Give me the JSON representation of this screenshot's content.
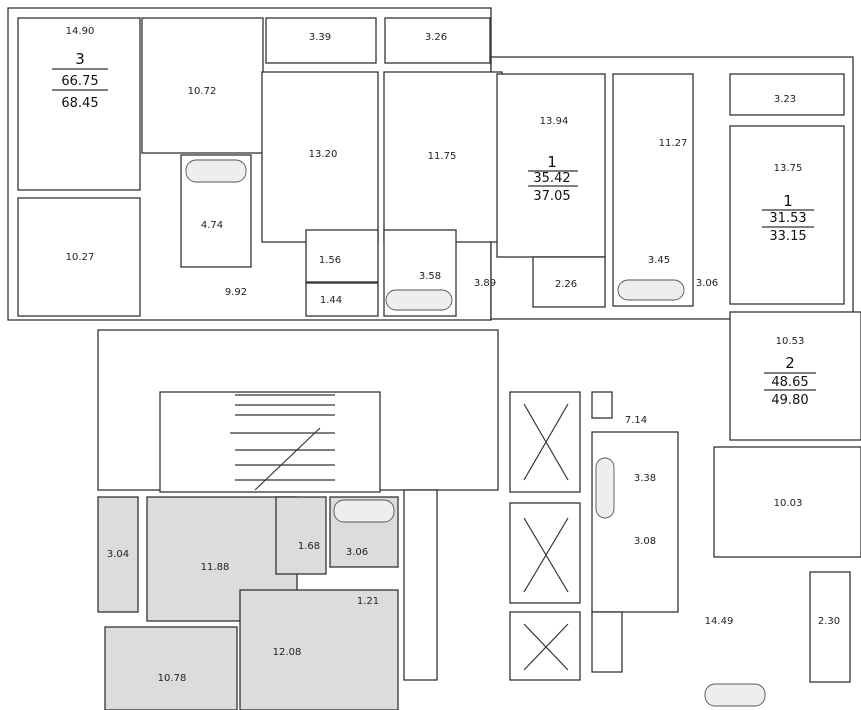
{
  "apartments": [
    {
      "rooms": "3",
      "living_area": "66.75",
      "total_area": "68.45"
    },
    {
      "rooms": "1",
      "living_area": "35.42",
      "total_area": "37.05"
    },
    {
      "rooms": "1",
      "living_area": "31.53",
      "total_area": "33.15"
    },
    {
      "rooms": "2",
      "living_area": "48.65",
      "total_area": "49.80"
    }
  ],
  "rooms": {
    "r1490": "14.90",
    "r1072": "10.72",
    "r339": "3.39",
    "r326": "3.26",
    "r1320": "13.20",
    "r1175": "11.75",
    "r474": "4.74",
    "r1027": "10.27",
    "r992": "9.92",
    "r156": "1.56",
    "r144": "1.44",
    "r358": "3.58",
    "r389": "3.89",
    "r1394": "13.94",
    "r226": "2.26",
    "r1127": "11.27",
    "r345": "3.45",
    "r306a": "3.06",
    "r323": "3.23",
    "r1375": "13.75",
    "r1053": "10.53",
    "r714": "7.14",
    "r338": "3.38",
    "r308": "3.08",
    "r1003": "10.03",
    "r1449": "14.49",
    "r230": "2.30",
    "r304": "3.04",
    "r1188": "11.88",
    "r168": "1.68",
    "r306b": "3.06",
    "r121": "1.21",
    "r1208": "12.08",
    "r1078": "10.78"
  },
  "colors": {
    "highlight": "#dcdcdf",
    "wall": "#333333"
  }
}
